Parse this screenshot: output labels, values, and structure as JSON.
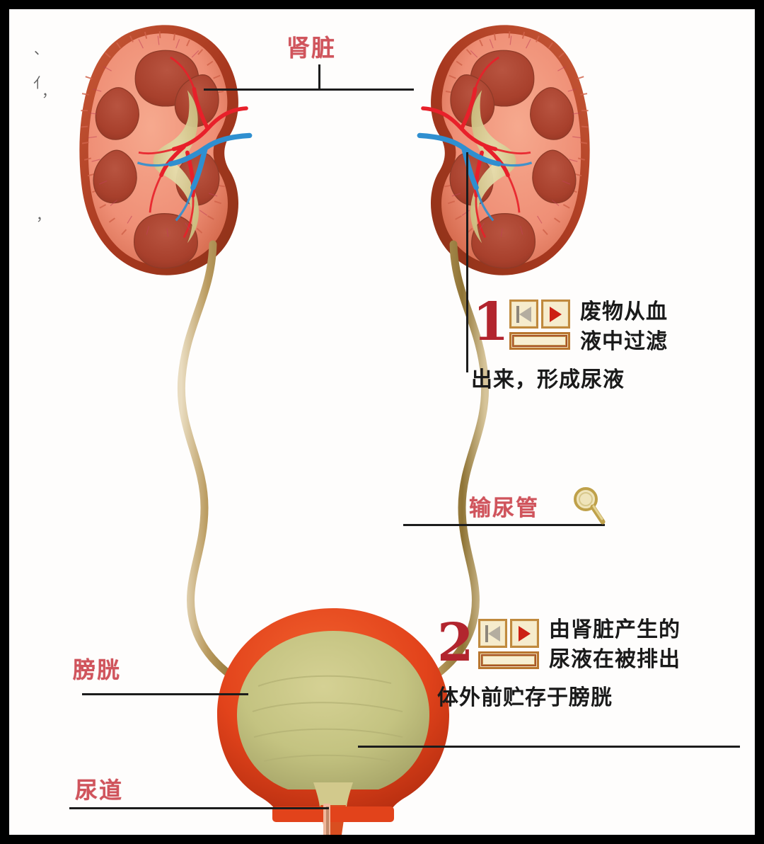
{
  "diagram": {
    "title_label": "肾脏",
    "labels": {
      "kidney": "肾脏",
      "ureter": "输尿管",
      "bladder": "膀胱",
      "urethra": "尿道"
    },
    "steps": [
      {
        "number": "1",
        "icon": "media-step-icon",
        "line1": "废物从血",
        "line2": "液中过滤",
        "line3": "出来，形成尿液",
        "full_text": "废物从血液中过滤出来，形成尿液"
      },
      {
        "number": "2",
        "icon": "media-step-icon",
        "line1": "由肾脏产生的",
        "line2": "尿液在被排出",
        "line3": "体外前贮存于膀胱",
        "full_text": "由肾脏产生的尿液在被排出体外前贮存于膀胱"
      }
    ],
    "icons": {
      "magnifier": "magnifier-icon"
    },
    "edge_marks": [
      "、",
      "亻",
      "，",
      "，"
    ],
    "colors": {
      "label_red": "#d0545c",
      "step_number_red": "#b2252e",
      "leader_line": "#1c1c1c",
      "kidney_cortex": "#ef8f76",
      "kidney_pyramid": "#a8402c",
      "kidney_capsule": "#b03d22",
      "artery_red": "#e8202a",
      "vein_blue": "#2f8fd0",
      "pelvis_yellow": "#d9cf93",
      "ureter_tan": "#b99a5e",
      "bladder_wall": "#e2431b",
      "bladder_urine": "#c4c381",
      "background": "#fefdfc",
      "frame": "#000000"
    }
  }
}
